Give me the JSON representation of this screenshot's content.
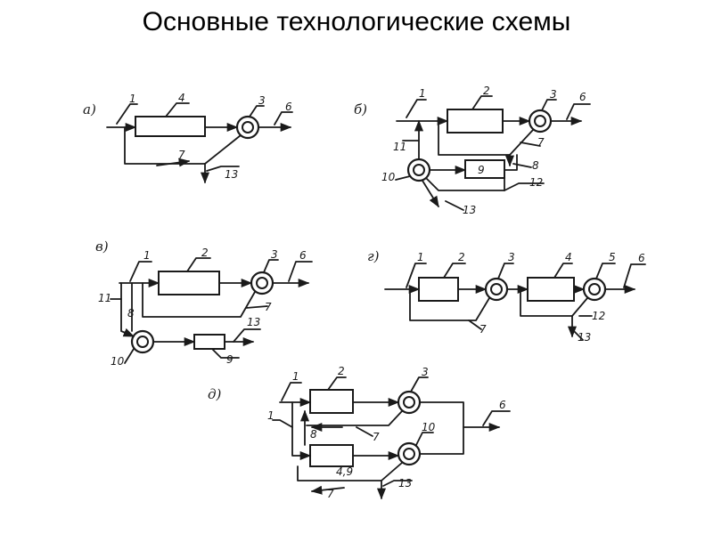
{
  "title": "Основные технологические схемы",
  "schemes": {
    "a": {
      "letter": "а)",
      "labels": {
        "n1": "1",
        "n4": "4",
        "n3": "3",
        "n6": "6",
        "n7": "7",
        "n13": "13"
      }
    },
    "b": {
      "letter": "б)",
      "labels": {
        "n1": "1",
        "n2": "2",
        "n3": "3",
        "n6": "6",
        "n11": "11",
        "n7": "7",
        "n8": "8",
        "n10": "10",
        "n9": "9",
        "n12": "12",
        "n13": "13"
      }
    },
    "v": {
      "letter": "в)",
      "labels": {
        "n1": "1",
        "n2": "2",
        "n3": "3",
        "n6": "6",
        "n11": "11",
        "n8": "8",
        "n7": "7",
        "n13": "13",
        "n10": "10",
        "n9": "9"
      }
    },
    "g": {
      "letter": "г)",
      "labels": {
        "n1": "1",
        "n2": "2",
        "n3": "3",
        "n4": "4",
        "n5": "5",
        "n6": "6",
        "n7": "7",
        "n12": "12",
        "n13": "13"
      }
    },
    "d": {
      "letter": "д)",
      "labels": {
        "n1a": "1",
        "n2": "2",
        "n3": "3",
        "n1b": "1",
        "n6": "6",
        "n8": "8",
        "n7a": "7",
        "n10": "10",
        "n49": "4,9",
        "n7b": "7",
        "n13": "13"
      }
    }
  }
}
